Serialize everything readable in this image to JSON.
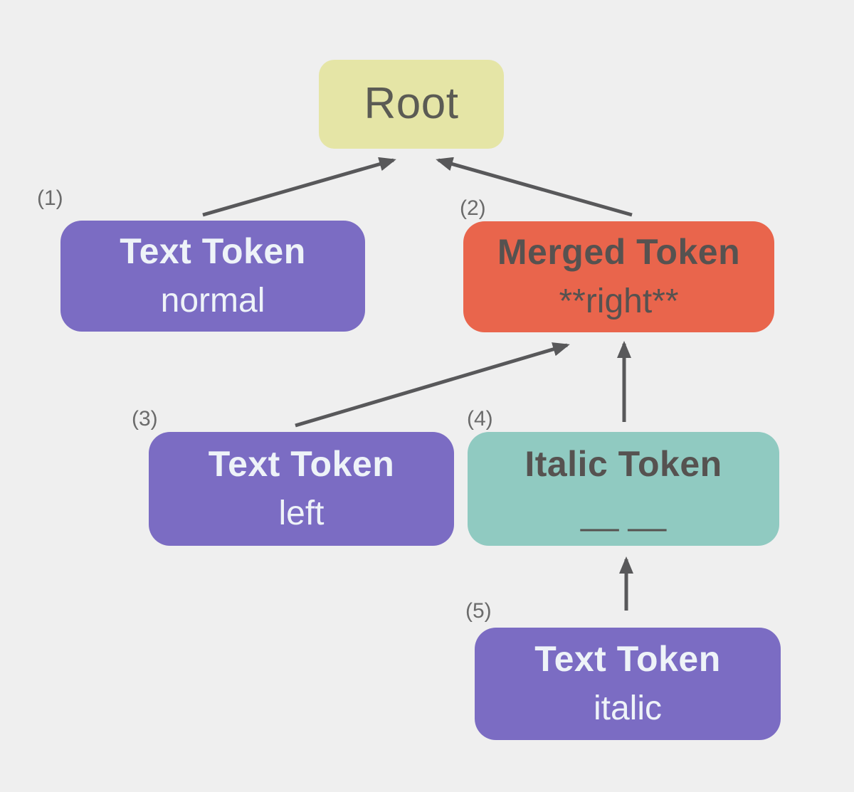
{
  "canvas": {
    "background": "#efefef"
  },
  "colors": {
    "root_fill": "#e5e5a6",
    "purple_fill": "#7b6cc3",
    "red_fill": "#e9654c",
    "teal_fill": "#90cac1",
    "arrow": "#58585a",
    "label_gray": "#6b6b6b",
    "dark_text": "#565250",
    "light_text": "#eef3f8"
  },
  "diagram": {
    "type": "tree",
    "nodes": [
      {
        "id": "root",
        "index": "",
        "title": "Root",
        "subtitle": "",
        "fill": "root_fill"
      },
      {
        "id": "1",
        "index": "(1)",
        "title": "Text Token",
        "subtitle": "normal",
        "fill": "purple_fill"
      },
      {
        "id": "2",
        "index": "(2)",
        "title": "Merged Token",
        "subtitle": "**right**",
        "fill": "red_fill"
      },
      {
        "id": "3",
        "index": "(3)",
        "title": "Text Token",
        "subtitle": "left",
        "fill": "purple_fill"
      },
      {
        "id": "4",
        "index": "(4)",
        "title": "Italic Token",
        "subtitle": "__ __",
        "fill": "teal_fill"
      },
      {
        "id": "5",
        "index": "(5)",
        "title": "Text Token",
        "subtitle": "italic",
        "fill": "purple_fill"
      }
    ],
    "edges": [
      {
        "from": "1",
        "to": "root"
      },
      {
        "from": "2",
        "to": "root"
      },
      {
        "from": "3",
        "to": "2"
      },
      {
        "from": "4",
        "to": "2"
      },
      {
        "from": "5",
        "to": "4"
      }
    ]
  }
}
